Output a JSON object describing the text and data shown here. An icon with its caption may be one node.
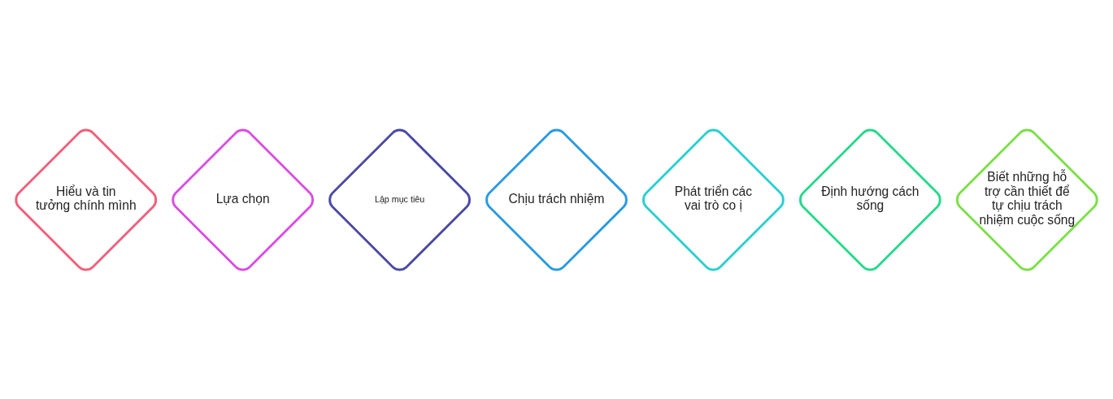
{
  "diagram": {
    "nodes": [
      {
        "text": [
          "Hiểu và tin tưởng chính mình"
        ]
      },
      {
        "text": [
          "Lựa chọn"
        ]
      },
      {
        "text": [
          "Lập mục tiêu"
        ]
      },
      {
        "text": [
          "Chịu trách nhiệm"
        ]
      },
      {
        "text": [
          "Phát triển các vai trò co ị"
        ]
      },
      {
        "text": [
          "Định hướng cách sống"
        ]
      },
      {
        "text": [
          "Biết những hỗ trợ cần thiết để tự chịu trách nhiệm cuộc sống"
        ]
      }
    ],
    "edges": []
  }
}
